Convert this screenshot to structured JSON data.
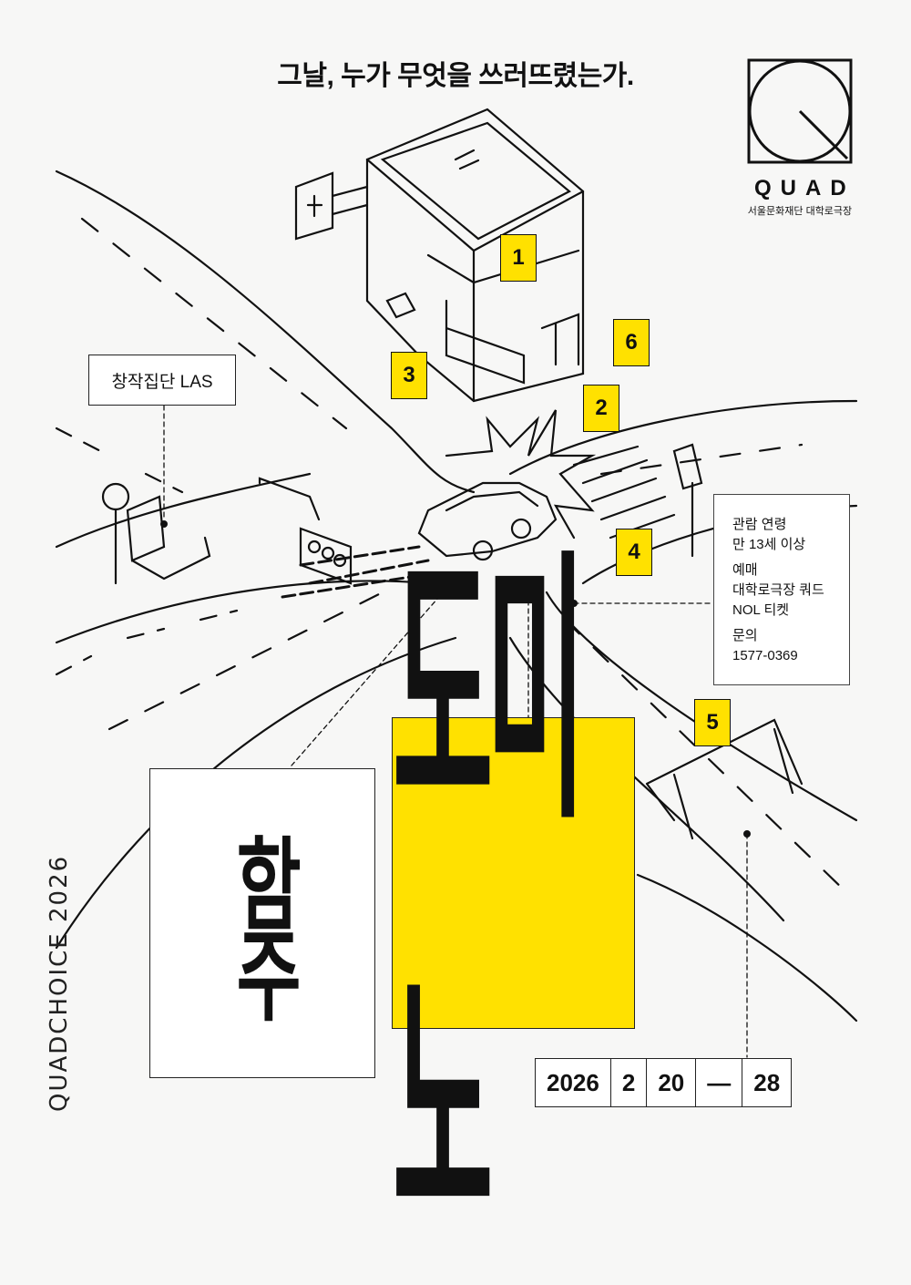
{
  "headline": "그날, 누가 무엇을 쓰러뜨렸는가.",
  "logo": {
    "name": "QUAD",
    "subtitle": "서울문화재단 대학로극장"
  },
  "markers": [
    "1",
    "2",
    "3",
    "4",
    "5",
    "6"
  ],
  "company": "창작집단 LAS",
  "info": {
    "age_label": "관람 연령",
    "age_value": "만 13세 이상",
    "ticket_label": "예매",
    "ticket_value1": "대학로극장 쿼드",
    "ticket_value2": "NOL 티켓",
    "contact_label": "문의",
    "contact_value": "1577-0369"
  },
  "title": {
    "part1": "함주",
    "part2": "도미노"
  },
  "date": {
    "year": "2026",
    "month": "2",
    "start": "20",
    "dash": "—",
    "end": "28"
  },
  "series": "QUADCHOICE 2026",
  "colors": {
    "accent": "#ffe100",
    "ink": "#111111",
    "background": "#f7f7f6"
  }
}
